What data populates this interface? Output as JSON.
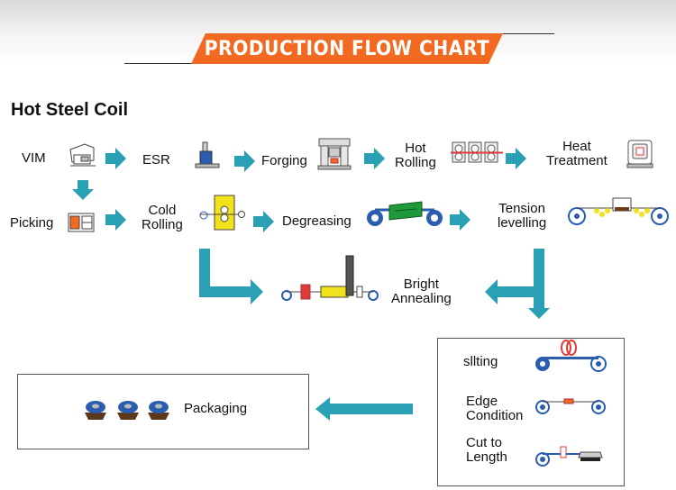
{
  "header": {
    "title": "PRODUCTION FLOW CHART"
  },
  "section_title": "Hot Steel Coil",
  "steps": {
    "vim": "VIM",
    "esr": "ESR",
    "forging": "Forging",
    "hot_rolling": [
      "Hot",
      "Rolling"
    ],
    "heat_treatment": [
      "Heat",
      "Treatment"
    ],
    "picking": "Picking",
    "cold_rolling": [
      "Cold",
      "Rolling"
    ],
    "degreasing": "Degreasing",
    "tension_levelling": [
      "Tension",
      "levelling"
    ],
    "bright_annealing": [
      "Bright",
      "Annealing"
    ],
    "slitting": "sllting",
    "edge_condition": [
      "Edge",
      "Condition"
    ],
    "cut_to_length": [
      "Cut to",
      "Length"
    ],
    "packaging": "Packaging"
  },
  "colors": {
    "banner": "#f26a22",
    "arrow": "#2aa0b4",
    "machine_blue": "#2a5db0",
    "machine_green": "#1e9a3a",
    "machine_red": "#e03a3a",
    "machine_yellow": "#f2e21a"
  }
}
